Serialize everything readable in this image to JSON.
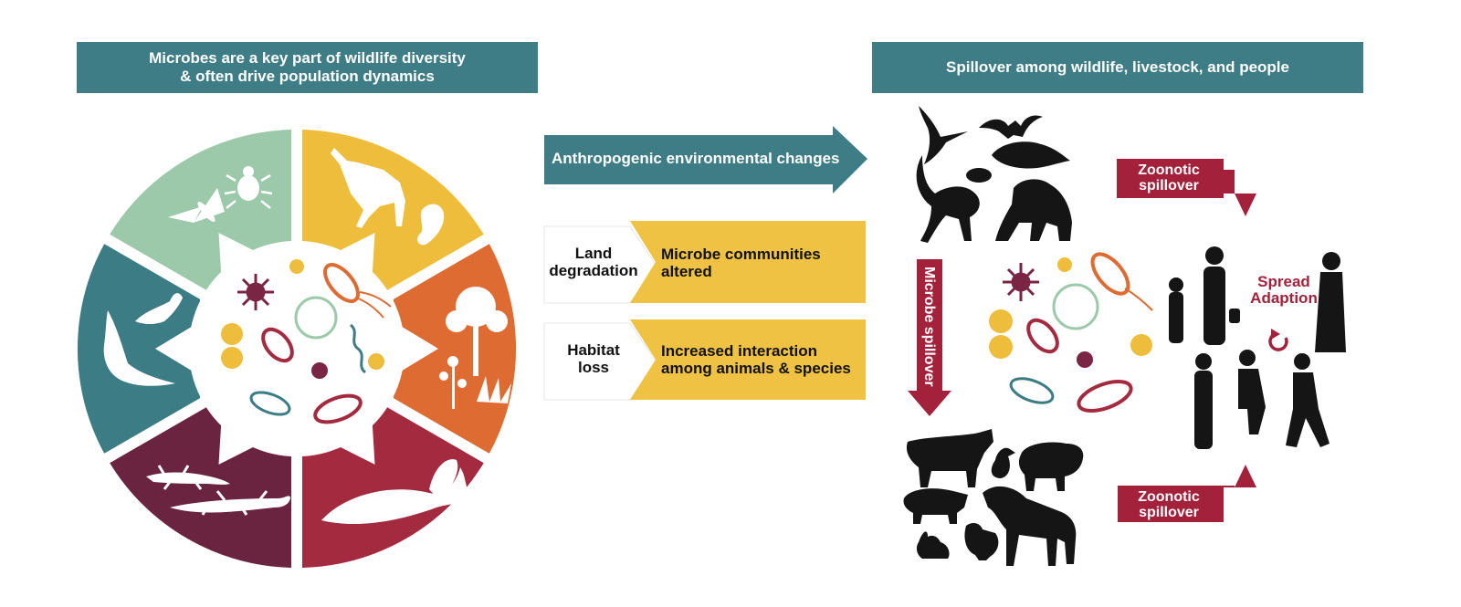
{
  "left_banner": {
    "line1": "Microbes are a key part of wildlife diversity",
    "line2": "& often drive population dynamics"
  },
  "right_banner": {
    "text": "Spillover among wildlife, livestock, and people"
  },
  "main_arrow": {
    "label": "Anthropogenic environmental changes"
  },
  "rows": [
    {
      "cause_line1": "Land",
      "cause_line2": "degradation",
      "effect_line1": "Microbe communities",
      "effect_line2": "altered"
    },
    {
      "cause_line1": "Habitat",
      "cause_line2": "loss",
      "effect_line1": "Increased interaction",
      "effect_line2": "among animals & species"
    }
  ],
  "spillover": {
    "zoonotic_top_line1": "Zoonotic",
    "zoonotic_top_line2": "spillover",
    "zoonotic_bottom_line1": "Zoonotic",
    "zoonotic_bottom_line2": "spillover",
    "microbe": "Microbe spillover",
    "spread_line1": "Spread",
    "spread_line2": "Adaption"
  },
  "wheel_segments": [
    {
      "name": "insects",
      "color": "#eebd3b"
    },
    {
      "name": "mammals",
      "color": "#dd6b32"
    },
    {
      "name": "plants",
      "color": "#a32a3f"
    },
    {
      "name": "marine",
      "color": "#6b2440"
    },
    {
      "name": "reptiles",
      "color": "#3b7c85"
    },
    {
      "name": "birds",
      "color": "#9cc9a9"
    }
  ],
  "colors": {
    "teal": "#3e7d85",
    "yellow": "#efc244",
    "red": "#a3213b"
  }
}
